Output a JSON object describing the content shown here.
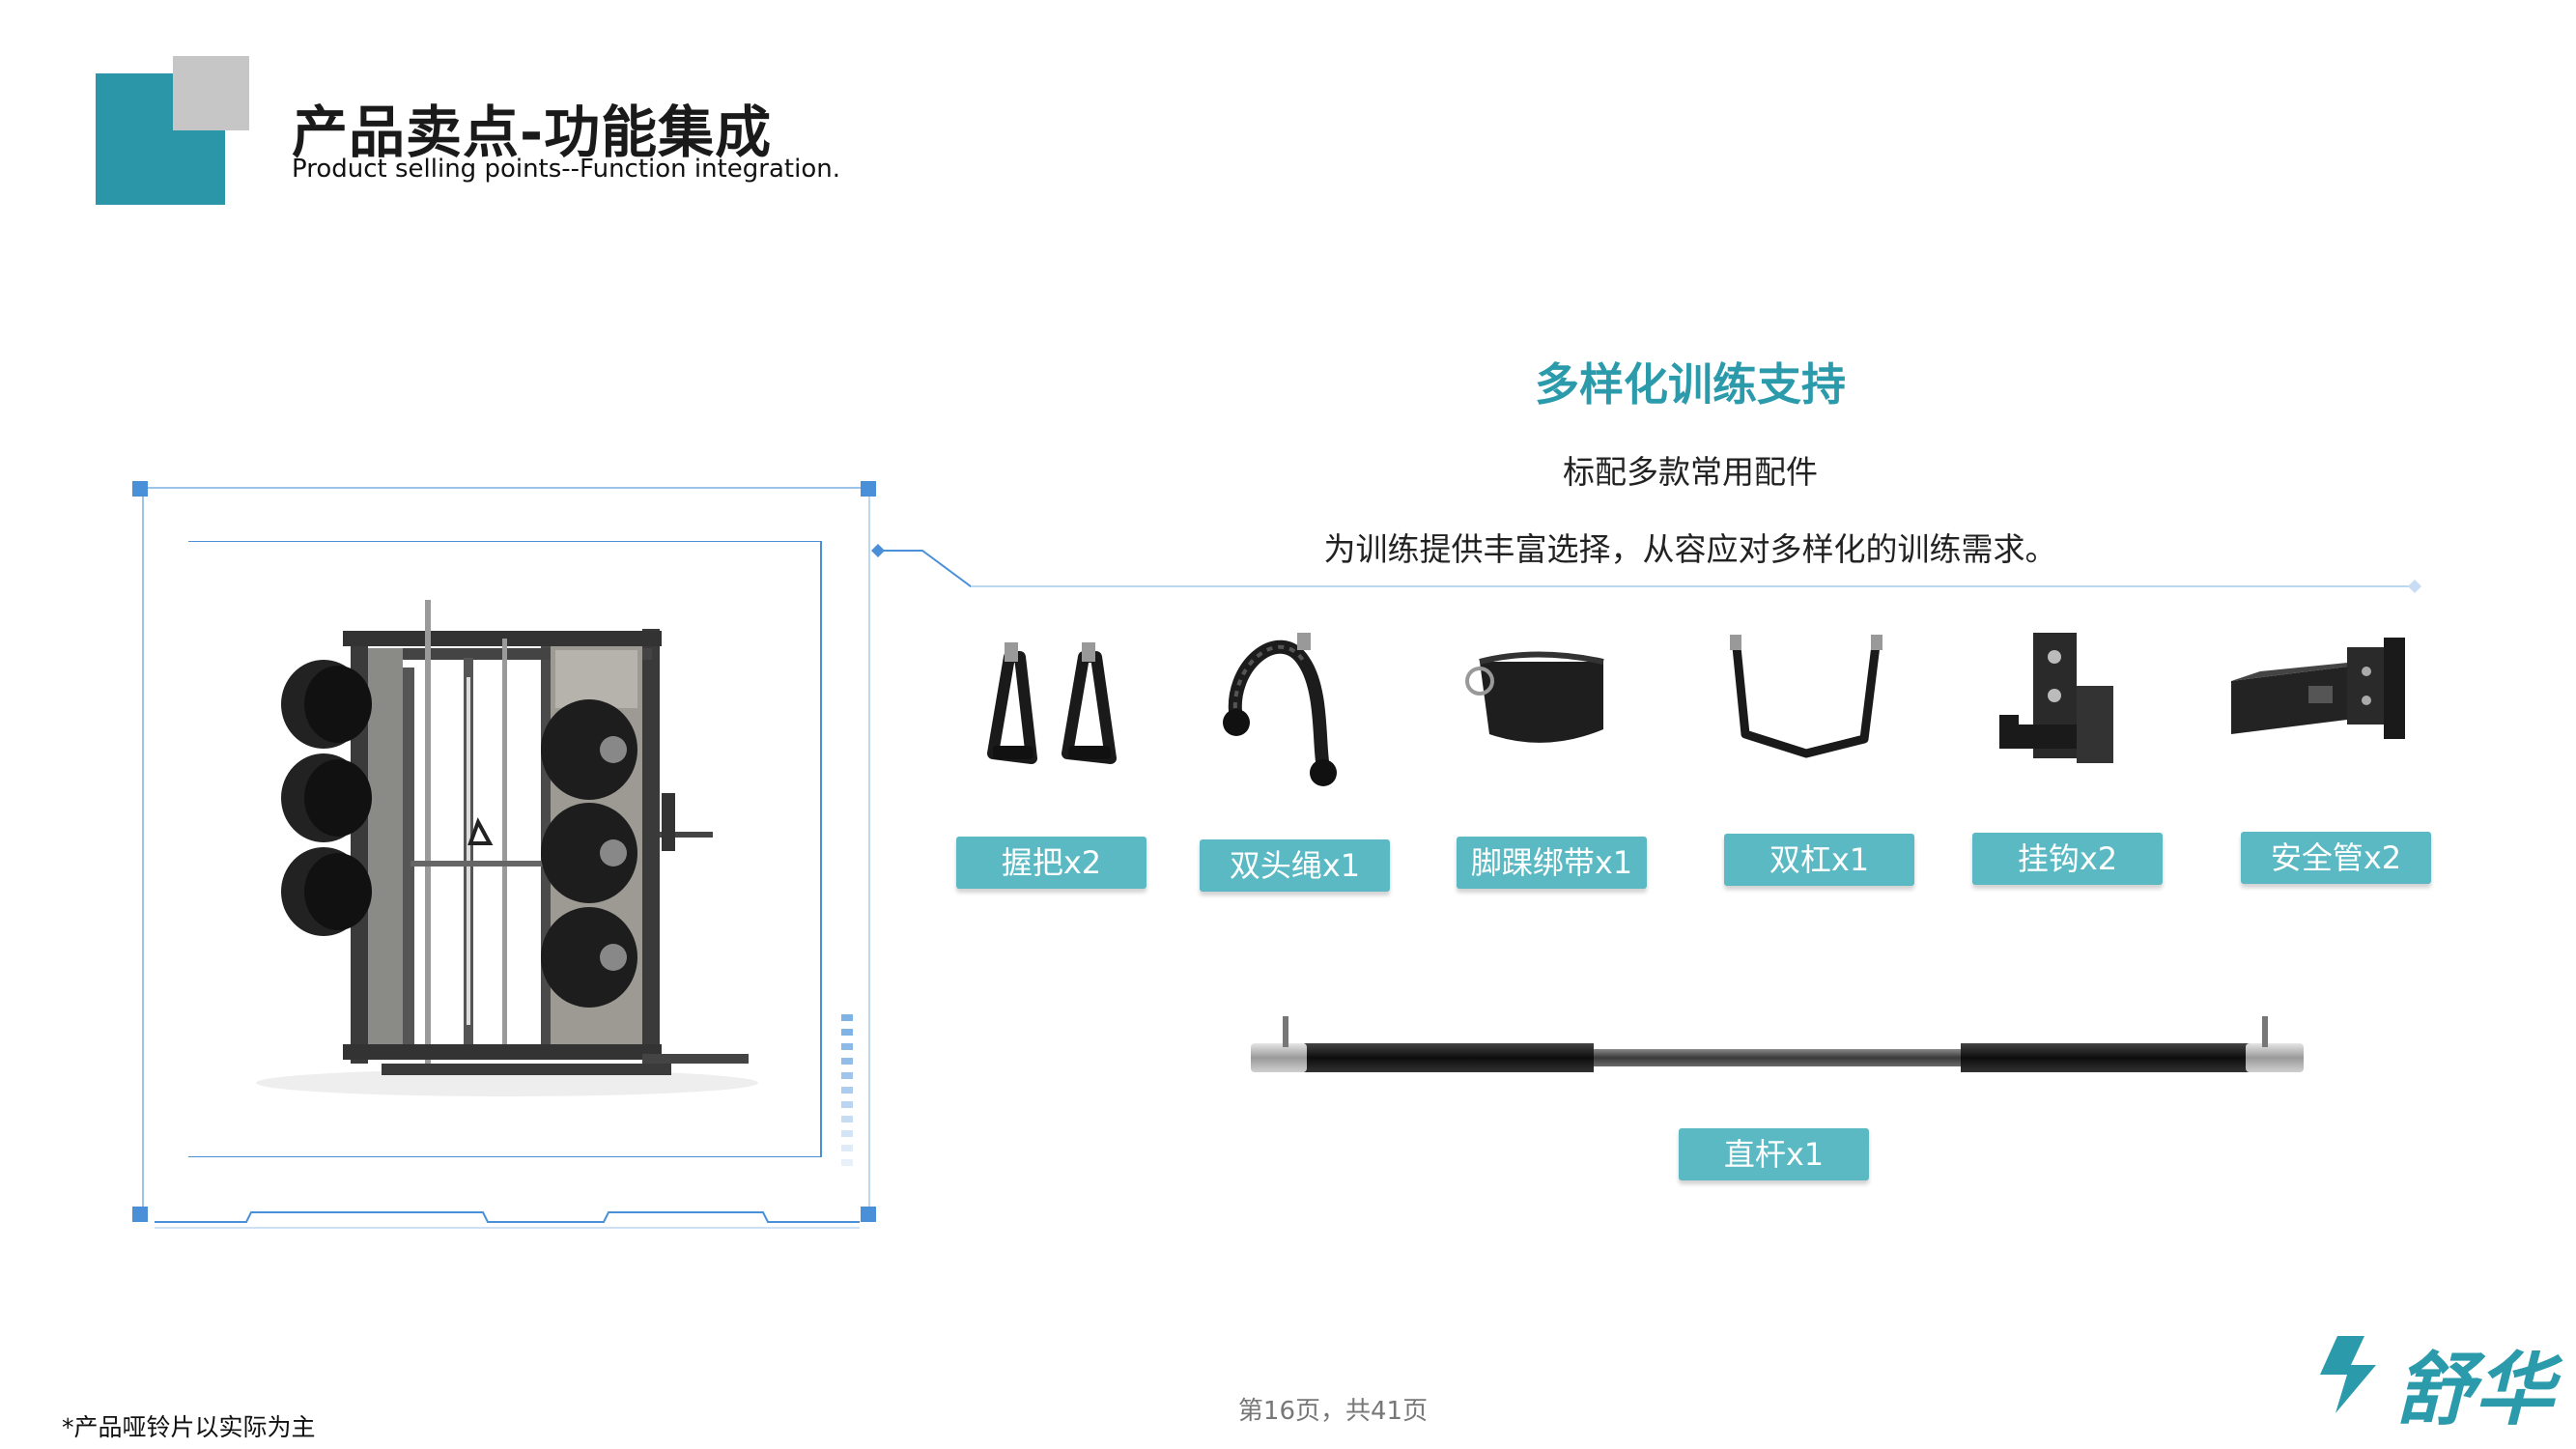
{
  "header": {
    "title": "产品卖点-功能集成",
    "subtitle": "Product selling points--Function integration."
  },
  "feature": {
    "title": "多样化训练支持",
    "line1": "标配多款常用配件",
    "line2": "为训练提供丰富选择，从容应对多样化的训练需求。"
  },
  "accessories": [
    {
      "label": "握把x2",
      "icon": "grip-handles-icon"
    },
    {
      "label": "双头绳x1",
      "icon": "triceps-rope-icon"
    },
    {
      "label": "脚踝绑带x1",
      "icon": "ankle-strap-icon"
    },
    {
      "label": "双杠x1",
      "icon": "dip-bar-icon"
    },
    {
      "label": "挂钩x2",
      "icon": "j-hook-icon"
    },
    {
      "label": "安全管x2",
      "icon": "safety-spotter-icon"
    }
  ],
  "straight_bar": {
    "label": "直杆x1",
    "icon": "straight-bar-icon"
  },
  "footer": {
    "footnote": "*产品哑铃片以实际为主",
    "page_number": "第16页，共41页",
    "brand": "舒华"
  },
  "colors": {
    "accent": "#2b9bab",
    "label_bg": "#5bb9c4",
    "frame": "#4a90d9",
    "header_square": "#2a96a8",
    "header_square_gray": "#c6c6c6"
  }
}
